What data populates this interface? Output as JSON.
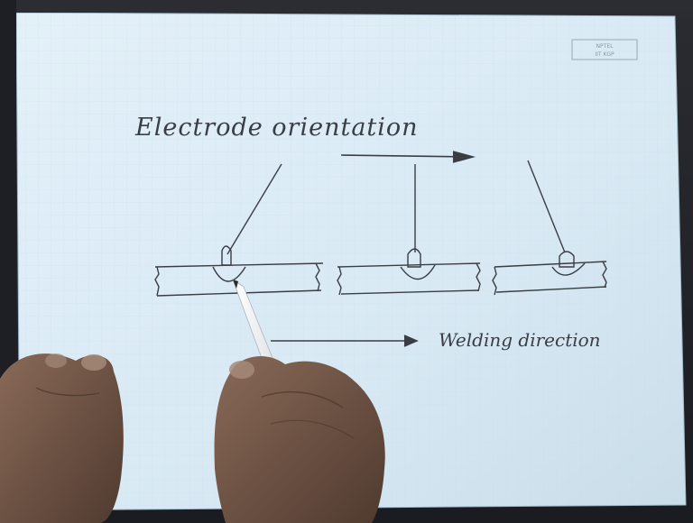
{
  "sheet": {
    "corner_label_line1": "NPTEL",
    "corner_label_line2": "IIT KGP"
  },
  "notes": {
    "title": "Electrode orientation",
    "arrow_label": "Welding direction"
  },
  "colors": {
    "paper": "#dcecf6",
    "ink": "#3a3d44",
    "skin": "#6e5142",
    "pen_body": "#e6e8ec",
    "pen_cap": "#1c1c1e"
  },
  "figure": {
    "electrode_cases": [
      "leading",
      "perpendicular",
      "trailing"
    ],
    "annotated_marks": [
      "paper-sheet",
      "handwritten-notes",
      "three-weld-sketches",
      "left-hand",
      "right-hand-with-pen"
    ]
  }
}
